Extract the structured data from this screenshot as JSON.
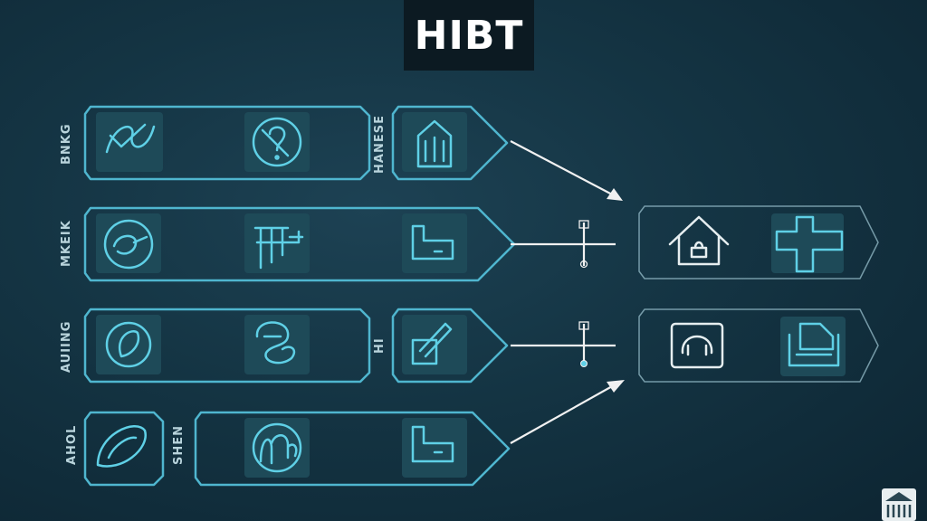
{
  "title": "HIBT",
  "row_labels": {
    "row1_left": "BNKG",
    "row1_mid": "HANESE",
    "row2_left": "MKEIK",
    "row3_left": "AUIING",
    "row3_mid": "HI",
    "row4_left": "AHOL",
    "row4_mid": "SHEN"
  },
  "icons": {
    "r1": [
      "swirl-icon",
      "question-circle-icon",
      "building-icon"
    ],
    "r2": [
      "coin-icon",
      "bench-icon",
      "card-icon"
    ],
    "r3": [
      "leaf-circle-icon",
      "lock-icon",
      "checkbox-icon"
    ],
    "r4": [
      "eye-icon",
      "rune-icon",
      "card-icon"
    ],
    "out1": [
      "house-icon",
      "cross-icon"
    ],
    "out2": [
      "frame-icon",
      "chart-icon"
    ],
    "corner": "bank-icon"
  },
  "colors": {
    "background": "#143443",
    "panel_stroke": "#4fb6cf",
    "icon": "#5fd0e6",
    "title_box": "#0c1a22"
  }
}
